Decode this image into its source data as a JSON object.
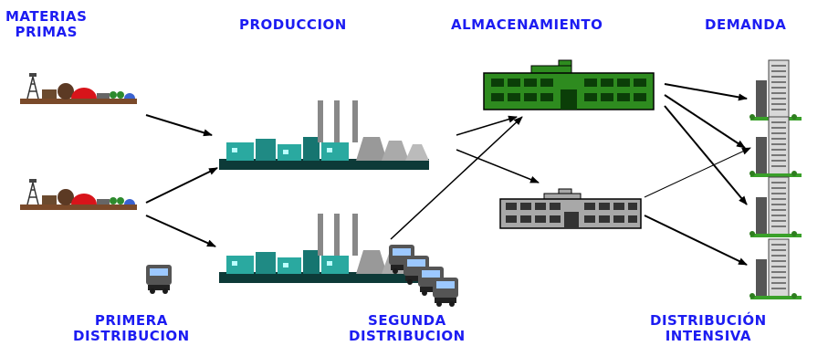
{
  "headers": {
    "raw": [
      "MATERIAS",
      "PRIMAS"
    ],
    "production": "PRODUCCION",
    "storage": "ALMACENAMIENTO",
    "demand": "DEMANDA"
  },
  "footers": {
    "first": [
      "PRIMERA",
      "DISTRIBUCION"
    ],
    "second": [
      "SEGUNDA",
      "DISTRIBUCION"
    ],
    "intensive": [
      "DISTRIBUCIÓN",
      "INTENSIVA"
    ]
  },
  "colors": {
    "label": "#1c1cf2",
    "warehouse_main": "#2e8b1f",
    "warehouse_secondary": "#a8a8a8",
    "factory": "#2aa9a0",
    "arrow": "#000000"
  }
}
